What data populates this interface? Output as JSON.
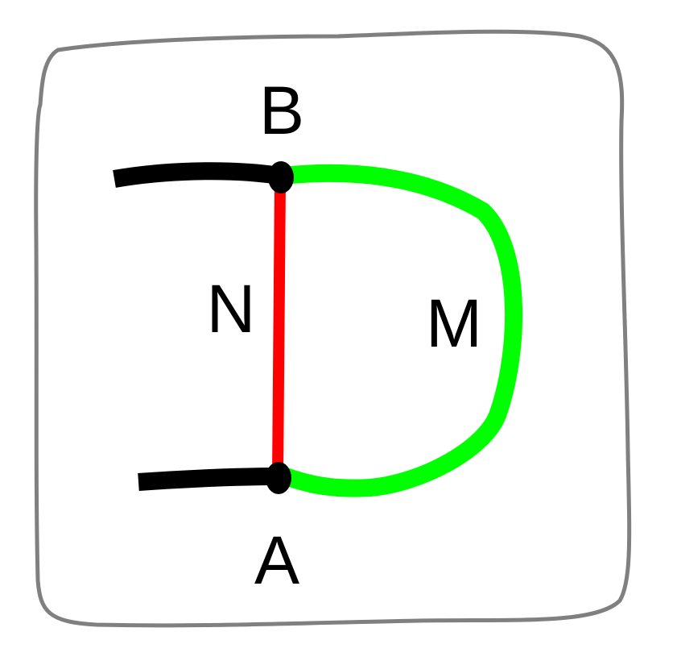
{
  "labels": {
    "b": "B",
    "a": "A",
    "n": "N",
    "m": "M"
  },
  "colors": {
    "frame": "#808080",
    "lead": "#000000",
    "path_n": "#ff0000",
    "path_m": "#00ff00",
    "label": "#000000"
  }
}
